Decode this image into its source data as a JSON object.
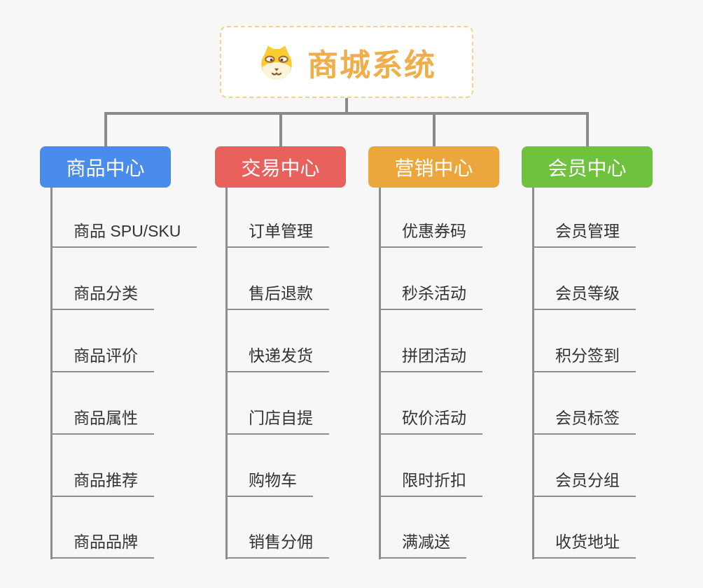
{
  "page": {
    "background_color": "#f7f7f7",
    "connector_color": "#8a8a8a"
  },
  "root": {
    "label": "商城系统",
    "icon": "dog-face-icon",
    "text_color": "#efae49",
    "border_color": "#f3d294"
  },
  "branches": [
    {
      "label": "商品中心",
      "color": "#4a8cec",
      "children": [
        "商品 SPU/SKU",
        "商品分类",
        "商品评价",
        "商品属性",
        "商品推荐",
        "商品品牌"
      ]
    },
    {
      "label": "交易中心",
      "color": "#e8615c",
      "children": [
        "订单管理",
        "售后退款",
        "快递发货",
        "门店自提",
        "购物车",
        "销售分佣"
      ]
    },
    {
      "label": "营销中心",
      "color": "#eba73c",
      "children": [
        "优惠券码",
        "秒杀活动",
        "拼团活动",
        "砍价活动",
        "限时折扣",
        "满减送"
      ]
    },
    {
      "label": "会员中心",
      "color": "#6ec23e",
      "children": [
        "会员管理",
        "会员等级",
        "积分签到",
        "会员标签",
        "会员分组",
        "收货地址"
      ]
    }
  ]
}
